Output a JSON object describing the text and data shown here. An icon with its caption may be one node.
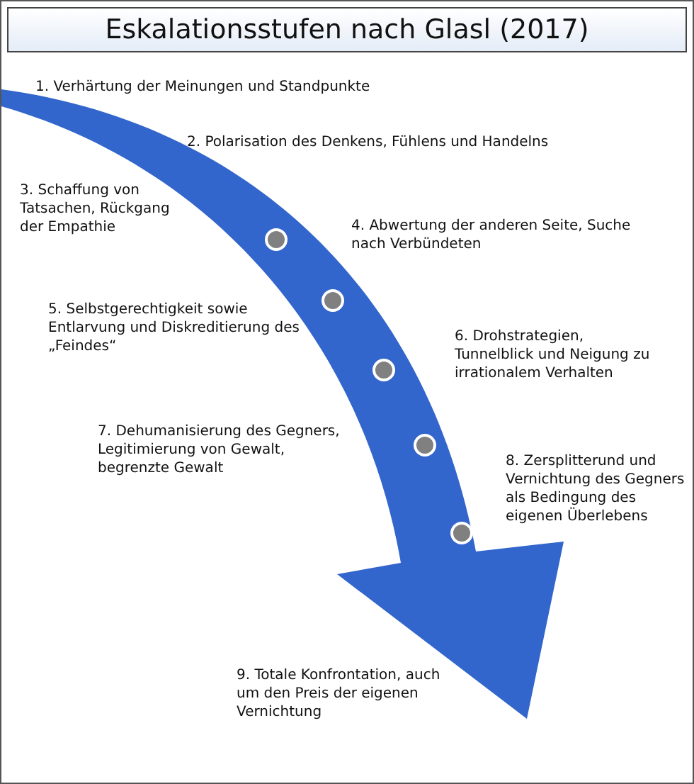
{
  "diagram": {
    "title": "Eskalationsstufen nach Glasl (2017)",
    "labels": [
      "1. Verhärtung der Meinungen und Standpunkte",
      "2. Polarisation des Denkens, Fühlens und Handelns",
      "3. Schaffung von Tatsachen, Rückgang der Empathie",
      "4. Abwertung der anderen Seite, Suche nach Verbündeten",
      "5. Selbstgerechtigkeit sowie Entlarvung und Diskreditierung des „Feindes“",
      "6. Drohstrategien, Tunnelblick und Neigung zu irrationalem Verhalten",
      "7. Dehumanisierung des Gegners, Legitimierung von Gewalt, begrenzte Gewalt",
      "8. Zersplitterund und Vernichtung des Gegners als Bedingung des eigenen Überlebens",
      "9. Totale Konfrontation, auch um den Preis der eigenen Vernichtung"
    ]
  }
}
